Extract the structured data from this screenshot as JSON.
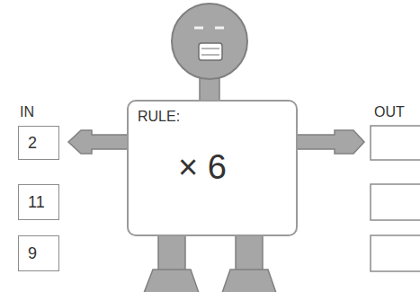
{
  "diagram": {
    "nodes": [
      {
        "text": [
          "RULE:",
          "× 6"
        ]
      },
      {
        "text": [
          "2"
        ]
      },
      {
        "text": [
          "11"
        ]
      },
      {
        "text": [
          "9"
        ]
      }
    ],
    "labels": [
      "IN",
      "OUT"
    ]
  }
}
